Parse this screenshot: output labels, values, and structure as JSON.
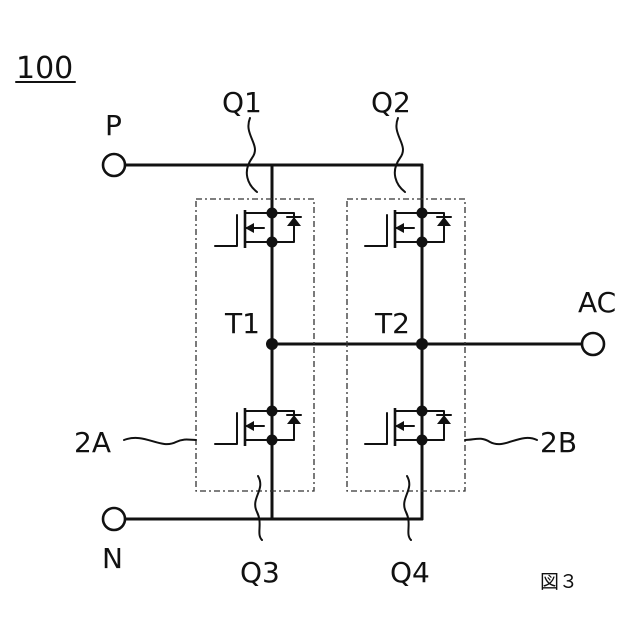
{
  "labels": {
    "figure_ref": "100",
    "terminal_p": "P",
    "terminal_n": "N",
    "terminal_ac": "AC",
    "switch_q1": "Q1",
    "switch_q2": "Q2",
    "switch_q3": "Q3",
    "switch_q4": "Q4",
    "node_t1": "T1",
    "node_t2": "T2",
    "module_2a": "2A",
    "module_2b": "2B",
    "figure_caption": "図３"
  }
}
